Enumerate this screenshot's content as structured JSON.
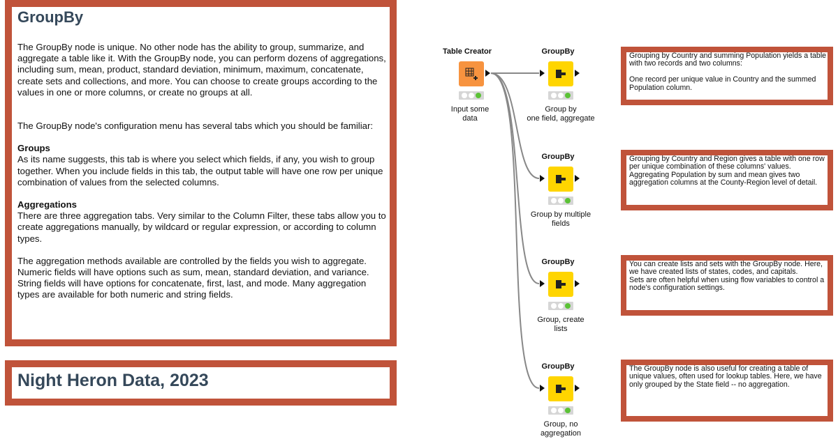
{
  "main_annotation": {
    "title": "GroupBy",
    "para1": "The GroupBy node is unique. No other node has the ability to group, summarize, and aggregate a table like it. With the GroupBy node, you can perform dozens of aggregations, including sum, mean, product, standard deviation, minimum, maximum, concatenate, create sets and collections, and more. You can choose to create groups according to the values in one or more columns, or create no groups at all.",
    "para2": "The GroupBy node's configuration menu has several tabs which you should be familiar:",
    "groups_heading": "Groups",
    "groups_text": "As its name suggests, this tab is where you select which fields, if any, you wish to group together. When you include fields in this tab, the output table will have one row per unique combination of values from the selected columns.",
    "aggregations_heading": "Aggregations",
    "aggregations_text": "There are three aggregation tabs. Very similar to the Column Filter, these tabs allow you to create aggregations manually, by wildcard or regular expression, or according to column types.",
    "para3": "The aggregation methods available are controlled by the fields you wish to aggregate. Numeric fields will have options such as sum, mean, standard deviation, and variance. String fields will have options for concatenate, first, last, and mode. Many aggregation types are available for both numeric and string fields."
  },
  "footer_annotation": {
    "title": "Night Heron Data, 2023"
  },
  "nodes": {
    "table_creator": {
      "title": "Table Creator",
      "label": "Input some\ndata"
    },
    "groupby_1": {
      "title": "GroupBy",
      "label": "Group by\none field, aggregate"
    },
    "groupby_2": {
      "title": "GroupBy",
      "label": "Group by multiple\nfields"
    },
    "groupby_3": {
      "title": "GroupBy",
      "label": "Group, create\nlists"
    },
    "groupby_4": {
      "title": "GroupBy",
      "label": "Group, no\naggregation"
    }
  },
  "notes": {
    "note_1": "Grouping by Country and summing Population yields a table with two records and two columns:\n\nOne record per unique value in Country and the summed Population column.",
    "note_2": "Grouping by Country and Region gives a table with one row per unique combination of these columns' values. Aggregating Population by sum and mean gives two aggregation columns at the County-Region level of detail.",
    "note_3": "You can create lists and sets with the GroupBy node. Here, we have created lists of states, codes, and capitals.\nSets are often helpful when using flow variables to control a node's configuration settings.",
    "note_4": "The GroupBy node is also useful for creating a table of unique values, often used for lookup tables. Here, we have only grouped by the State field -- no aggregation."
  },
  "colors": {
    "annotation_border": "#c0533a",
    "title_text": "#35485a",
    "source_node": "#f7933f",
    "manipulator_node": "#ffd500",
    "status_green": "#5bc236"
  }
}
